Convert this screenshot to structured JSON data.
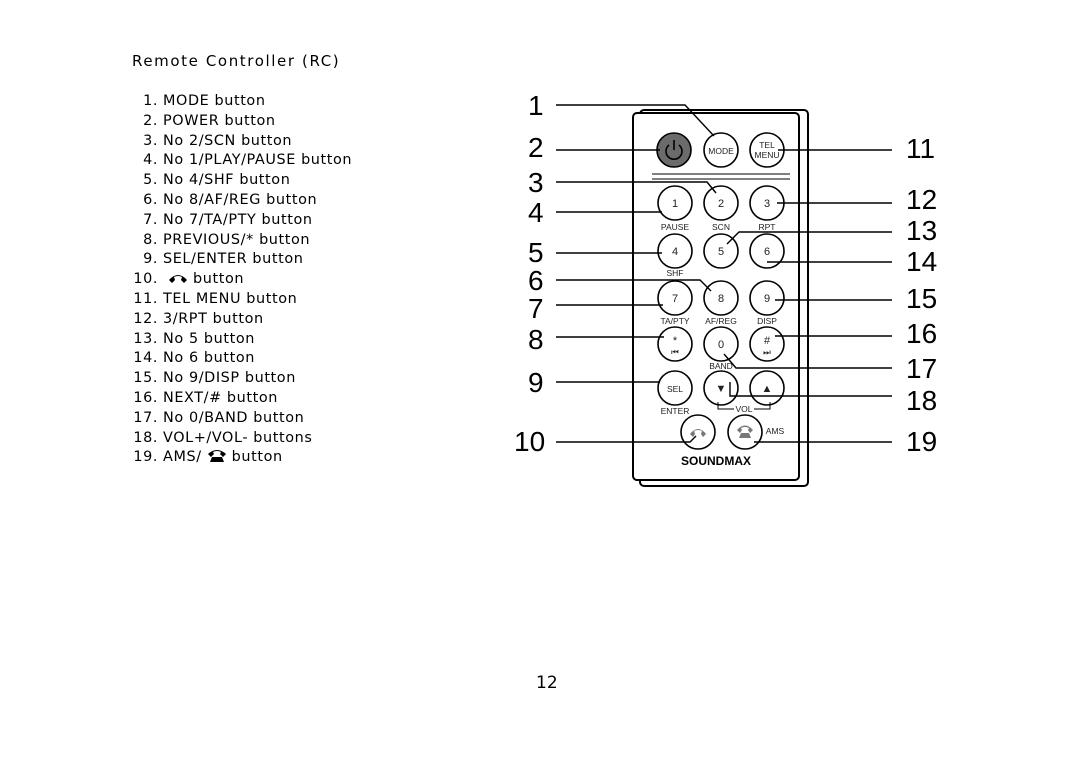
{
  "heading": "Remote Controller (RC)",
  "legend": [
    {
      "num": "1.",
      "pre": "MODE button",
      "post": ""
    },
    {
      "num": "2.",
      "pre": "POWER button",
      "post": ""
    },
    {
      "num": "3.",
      "pre": "No 2/SCN button",
      "post": ""
    },
    {
      "num": "4.",
      "pre": "No 1/PLAY/PAUSE button",
      "post": ""
    },
    {
      "num": "5.",
      "pre": "No 4/SHF button",
      "post": ""
    },
    {
      "num": "6.",
      "pre": "No 8/AF/REG button",
      "post": ""
    },
    {
      "num": "7.",
      "pre": "No 7/TA/PTY button",
      "post": ""
    },
    {
      "num": "8.",
      "pre": "PREVIOUS/* button",
      "post": ""
    },
    {
      "num": "9.",
      "pre": "SEL/ENTER button",
      "post": ""
    },
    {
      "num": "10.",
      "pre": "",
      "post": "button"
    },
    {
      "num": "11.",
      "pre": "TEL MENU button",
      "post": ""
    },
    {
      "num": "12.",
      "pre": "3/RPT button",
      "post": ""
    },
    {
      "num": "13.",
      "pre": "No 5 button",
      "post": ""
    },
    {
      "num": "14.",
      "pre": "No 6 button",
      "post": ""
    },
    {
      "num": "15.",
      "pre": "No 9/DISP button",
      "post": ""
    },
    {
      "num": "16.",
      "pre": "NEXT/# button",
      "post": ""
    },
    {
      "num": "17.",
      "pre": "No 0/BAND button",
      "post": ""
    },
    {
      "num": "18.",
      "pre": "VOL+/VOL- buttons",
      "post": ""
    },
    {
      "num": "19.",
      "pre": "AMS/",
      "post": "button"
    }
  ],
  "remote": {
    "left_callouts": [
      "1",
      "2",
      "3",
      "4",
      "5",
      "6",
      "7",
      "8",
      "9",
      "10"
    ],
    "right_callouts": [
      "11",
      "12",
      "13",
      "14",
      "15",
      "16",
      "17",
      "18",
      "19"
    ],
    "keys": {
      "mode": "MODE",
      "tel": "TEL",
      "menu": "MENU",
      "k1": "1",
      "k2": "2",
      "k3": "3",
      "k4": "4",
      "k5": "5",
      "k6": "6",
      "k7": "7",
      "k8": "8",
      "k9": "9",
      "k0": "0",
      "star": "*",
      "hash": "#",
      "sel": "SEL",
      "vol_down": "▼",
      "vol_up": "▲",
      "prev": "⏮",
      "next": "⏭"
    },
    "sublabels": {
      "pause": "PAUSE",
      "scn": "SCN",
      "rpt": "RPT",
      "shf": "SHF",
      "tapty": "TA/PTY",
      "afreg": "AF/REG",
      "disp": "DISP",
      "band": "BAND",
      "enter": "ENTER",
      "vol": "VOL",
      "ams": "AMS"
    },
    "brand": "SOUNDMAX"
  },
  "page_number": "12",
  "colors": {
    "power_key": "#6b6b6b",
    "ink": "#000000"
  }
}
